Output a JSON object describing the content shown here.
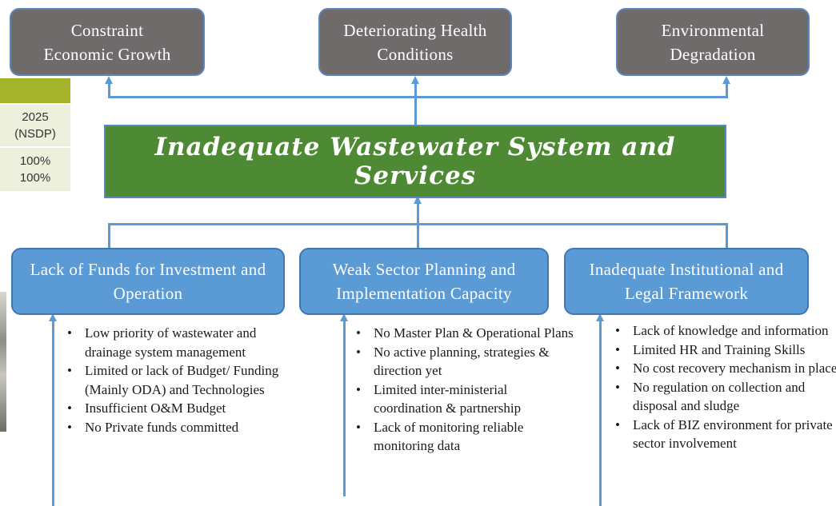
{
  "effects": [
    {
      "label": "Constraint Economic Growth"
    },
    {
      "label": "Deteriorating Health Conditions"
    },
    {
      "label": "Environmental Degradation"
    }
  ],
  "core_problem": "Inadequate Wastewater System and Services",
  "causes": [
    {
      "label": "Lack of Funds for Investment and Operation",
      "bullets": [
        "Low priority of wastewater and drainage system management",
        "Limited or lack of Budget/ Funding (Mainly ODA) and Technologies",
        "Insufficient O&M Budget",
        "No Private funds committed"
      ]
    },
    {
      "label": "Weak Sector Planning and Implementation Capacity",
      "bullets": [
        "No Master Plan & Operational Plans",
        "No active planning, strategies & direction yet",
        "Limited inter-ministerial coordination & partnership",
        "Lack of monitoring reliable monitoring data"
      ]
    },
    {
      "label": "Inadequate Institutional and Legal Framework",
      "bullets": [
        "Lack of knowledge and information",
        "Limited HR and Training Skills",
        "No cost recovery mechanism in place",
        "No regulation on collection and disposal and sludge",
        "Lack of BIZ environment for private sector involvement"
      ]
    }
  ],
  "table_fragment": {
    "header": "2025 (NSDP)",
    "row1": "100%",
    "row2": "100%"
  },
  "colors": {
    "effect_box": "#6f6b6b",
    "cause_box": "#5b9bd5",
    "core_box": "#4e8a33",
    "connector": "#5b9bd5",
    "table_header": "#a4b42a"
  }
}
